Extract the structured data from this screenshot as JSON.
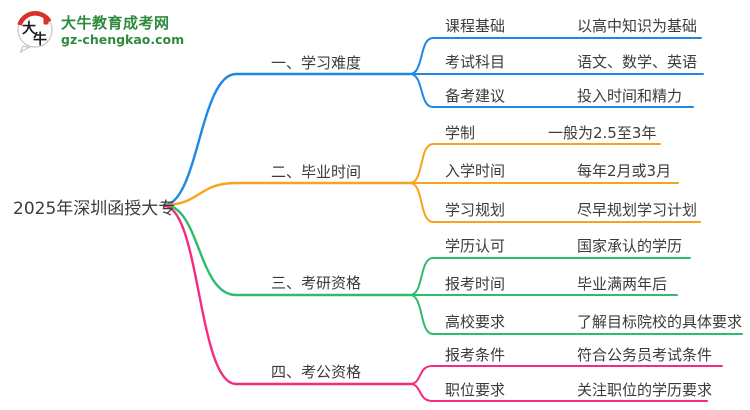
{
  "colors": {
    "text": "#3b3b3b",
    "logo-green": "#2e8b3e",
    "logo-red": "#d8332a",
    "blue": "#1e88e5",
    "orange": "#f6a41d",
    "green": "#2ebd6e",
    "pink": "#f42c7f"
  },
  "logo": {
    "icon_char_1": "大",
    "icon_char_2": "牛",
    "title": "大牛教育成考网",
    "url": "gz-chengkao.com"
  },
  "root": {
    "label": "2025年深圳函授大专"
  },
  "branches": [
    {
      "label": "一、学习难度",
      "color": "#1e88e5",
      "children": [
        {
          "label": "课程基础",
          "value": "以高中知识为基础"
        },
        {
          "label": "考试科目",
          "value": "语文、数学、英语"
        },
        {
          "label": "备考建议",
          "value": "投入时间和精力"
        }
      ]
    },
    {
      "label": "二、毕业时间",
      "color": "#f6a41d",
      "children": [
        {
          "label": "学制",
          "value": "一般为2.5至3年"
        },
        {
          "label": "入学时间",
          "value": "每年2月或3月"
        },
        {
          "label": "学习规划",
          "value": "尽早规划学习计划"
        }
      ]
    },
    {
      "label": "三、考研资格",
      "color": "#2ebd6e",
      "children": [
        {
          "label": "学历认可",
          "value": "国家承认的学历"
        },
        {
          "label": "报考时间",
          "value": "毕业满两年后"
        },
        {
          "label": "高校要求",
          "value": "了解目标院校的具体要求"
        }
      ]
    },
    {
      "label": "四、考公资格",
      "color": "#f42c7f",
      "children": [
        {
          "label": "报考条件",
          "value": "符合公务员考试条件"
        },
        {
          "label": "职位要求",
          "value": "关注职位的学历要求"
        }
      ]
    }
  ]
}
